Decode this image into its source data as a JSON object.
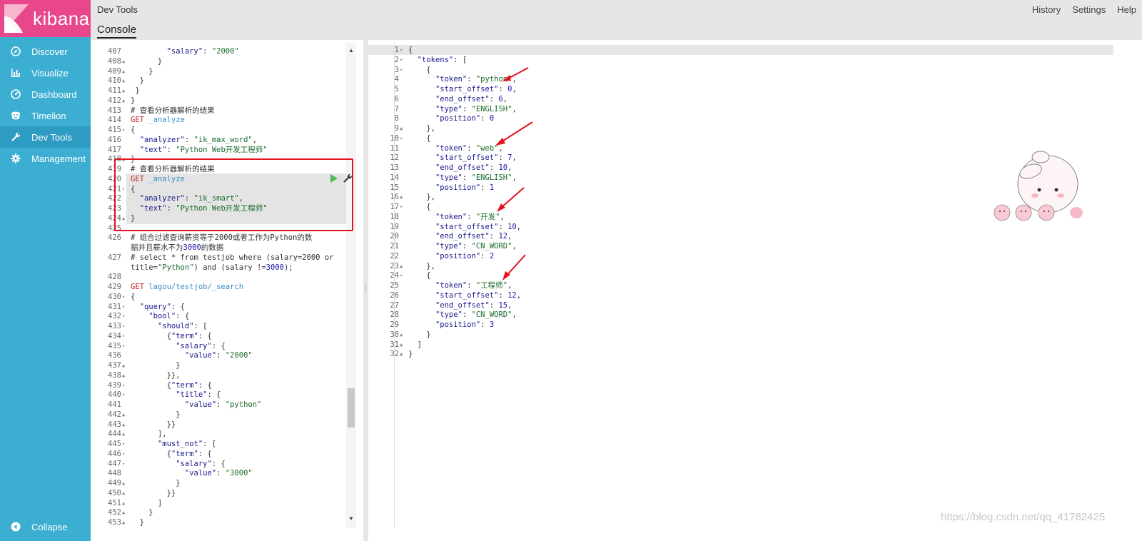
{
  "brand": {
    "name": "kibana",
    "color": "#e8478b"
  },
  "sidebar": {
    "items": [
      {
        "label": "Discover",
        "icon": "compass-icon"
      },
      {
        "label": "Visualize",
        "icon": "bar-chart-icon"
      },
      {
        "label": "Dashboard",
        "icon": "dashboard-icon"
      },
      {
        "label": "Timelion",
        "icon": "timelion-icon"
      },
      {
        "label": "Dev Tools",
        "icon": "wrench-icon"
      },
      {
        "label": "Management",
        "icon": "gear-icon"
      }
    ],
    "collapse_label": "Collapse"
  },
  "header": {
    "title": "Dev Tools",
    "links": [
      "History",
      "Settings",
      "Help"
    ],
    "tab": "Console"
  },
  "editor": {
    "lines": [
      {
        "n": "407",
        "f": "",
        "t": "        \"salary\": \"2000\""
      },
      {
        "n": "408",
        "f": "▲",
        "t": "      }"
      },
      {
        "n": "409",
        "f": "▲",
        "t": "    }"
      },
      {
        "n": "410",
        "f": "▲",
        "t": "  }"
      },
      {
        "n": "411",
        "f": "▲",
        "t": " }"
      },
      {
        "n": "412",
        "f": "▲",
        "t": "}"
      },
      {
        "n": "413",
        "f": "",
        "t": "# 查看分析器解析的结果"
      },
      {
        "n": "414",
        "f": "",
        "t": "GET _analyze"
      },
      {
        "n": "415",
        "f": "▾",
        "t": "{"
      },
      {
        "n": "416",
        "f": "",
        "t": "  \"analyzer\": \"ik_max_word\","
      },
      {
        "n": "417",
        "f": "",
        "t": "  \"text\": \"Python Web开发工程师\""
      },
      {
        "n": "418",
        "f": "▲",
        "t": "}"
      },
      {
        "n": "419",
        "f": "",
        "t": "# 查看分析器解析的结果"
      },
      {
        "n": "420",
        "f": "",
        "t": "GET _analyze"
      },
      {
        "n": "421",
        "f": "▾",
        "t": "{"
      },
      {
        "n": "422",
        "f": "",
        "t": "  \"analyzer\": \"ik_smart\","
      },
      {
        "n": "423",
        "f": "",
        "t": "  \"text\": \"Python Web开发工程师\""
      },
      {
        "n": "424",
        "f": "▲",
        "t": "}"
      },
      {
        "n": "425",
        "f": "",
        "t": ""
      },
      {
        "n": "426",
        "f": "",
        "t": "# 组合过滤查询薪资等于2000或者工作为Python的数"
      },
      {
        "n": "",
        "f": "",
        "t": "据并且薪水不为3000的数据"
      },
      {
        "n": "427",
        "f": "",
        "t": "# select * from testjob where (salary=2000 or"
      },
      {
        "n": "",
        "f": "",
        "t": "title=\"Python\") and (salary !=3000);"
      },
      {
        "n": "428",
        "f": "",
        "t": ""
      },
      {
        "n": "429",
        "f": "",
        "t": "GET lagou/testjob/_search"
      },
      {
        "n": "430",
        "f": "▾",
        "t": "{"
      },
      {
        "n": "431",
        "f": "▾",
        "t": "  \"query\": {"
      },
      {
        "n": "432",
        "f": "▾",
        "t": "    \"bool\": {"
      },
      {
        "n": "433",
        "f": "▾",
        "t": "      \"should\": ["
      },
      {
        "n": "434",
        "f": "▾",
        "t": "        {\"term\": {"
      },
      {
        "n": "435",
        "f": "▾",
        "t": "          \"salary\": {"
      },
      {
        "n": "436",
        "f": "",
        "t": "            \"value\": \"2000\""
      },
      {
        "n": "437",
        "f": "▲",
        "t": "          }"
      },
      {
        "n": "438",
        "f": "▲",
        "t": "        }},"
      },
      {
        "n": "439",
        "f": "▾",
        "t": "        {\"term\": {"
      },
      {
        "n": "440",
        "f": "▾",
        "t": "          \"title\": {"
      },
      {
        "n": "441",
        "f": "",
        "t": "            \"value\": \"python\""
      },
      {
        "n": "442",
        "f": "▲",
        "t": "          }"
      },
      {
        "n": "443",
        "f": "▲",
        "t": "        }}"
      },
      {
        "n": "444",
        "f": "▲",
        "t": "      ],"
      },
      {
        "n": "445",
        "f": "▾",
        "t": "      \"must_not\": ["
      },
      {
        "n": "446",
        "f": "▾",
        "t": "        {\"term\": {"
      },
      {
        "n": "447",
        "f": "▾",
        "t": "          \"salary\": {"
      },
      {
        "n": "448",
        "f": "",
        "t": "            \"value\": \"3000\""
      },
      {
        "n": "449",
        "f": "▲",
        "t": "          }"
      },
      {
        "n": "450",
        "f": "▲",
        "t": "        }}"
      },
      {
        "n": "451",
        "f": "▲",
        "t": "      ]"
      },
      {
        "n": "452",
        "f": "▲",
        "t": "    }"
      },
      {
        "n": "453",
        "f": "▲",
        "t": "  }"
      }
    ]
  },
  "output": {
    "lines": [
      {
        "n": "1",
        "f": "▾",
        "t": "{"
      },
      {
        "n": "2",
        "f": "▾",
        "t": "  \"tokens\": ["
      },
      {
        "n": "3",
        "f": "▾",
        "t": "    {"
      },
      {
        "n": "4",
        "f": "",
        "t": "      \"token\": \"python\","
      },
      {
        "n": "5",
        "f": "",
        "t": "      \"start_offset\": 0,"
      },
      {
        "n": "6",
        "f": "",
        "t": "      \"end_offset\": 6,"
      },
      {
        "n": "7",
        "f": "",
        "t": "      \"type\": \"ENGLISH\","
      },
      {
        "n": "8",
        "f": "",
        "t": "      \"position\": 0"
      },
      {
        "n": "9",
        "f": "▲",
        "t": "    },"
      },
      {
        "n": "10",
        "f": "▾",
        "t": "    {"
      },
      {
        "n": "11",
        "f": "",
        "t": "      \"token\": \"web\","
      },
      {
        "n": "12",
        "f": "",
        "t": "      \"start_offset\": 7,"
      },
      {
        "n": "13",
        "f": "",
        "t": "      \"end_offset\": 10,"
      },
      {
        "n": "14",
        "f": "",
        "t": "      \"type\": \"ENGLISH\","
      },
      {
        "n": "15",
        "f": "",
        "t": "      \"position\": 1"
      },
      {
        "n": "16",
        "f": "▲",
        "t": "    },"
      },
      {
        "n": "17",
        "f": "▾",
        "t": "    {"
      },
      {
        "n": "18",
        "f": "",
        "t": "      \"token\": \"开发\","
      },
      {
        "n": "19",
        "f": "",
        "t": "      \"start_offset\": 10,"
      },
      {
        "n": "20",
        "f": "",
        "t": "      \"end_offset\": 12,"
      },
      {
        "n": "21",
        "f": "",
        "t": "      \"type\": \"CN_WORD\","
      },
      {
        "n": "22",
        "f": "",
        "t": "      \"position\": 2"
      },
      {
        "n": "23",
        "f": "▲",
        "t": "    },"
      },
      {
        "n": "24",
        "f": "▾",
        "t": "    {"
      },
      {
        "n": "25",
        "f": "",
        "t": "      \"token\": \"工程师\","
      },
      {
        "n": "26",
        "f": "",
        "t": "      \"start_offset\": 12,"
      },
      {
        "n": "27",
        "f": "",
        "t": "      \"end_offset\": 15,"
      },
      {
        "n": "28",
        "f": "",
        "t": "      \"type\": \"CN_WORD\","
      },
      {
        "n": "29",
        "f": "",
        "t": "      \"position\": 3"
      },
      {
        "n": "30",
        "f": "▲",
        "t": "    }"
      },
      {
        "n": "31",
        "f": "▲",
        "t": "  ]"
      },
      {
        "n": "32",
        "f": "▲",
        "t": "}"
      }
    ]
  },
  "watermark": "https://blog.csdn.net/qq_41782425",
  "colors": {
    "sidebar": "#3caed2",
    "sidebar_active": "#2e9cc2",
    "highlight_box": "#e3131f",
    "play": "#54b95a"
  }
}
